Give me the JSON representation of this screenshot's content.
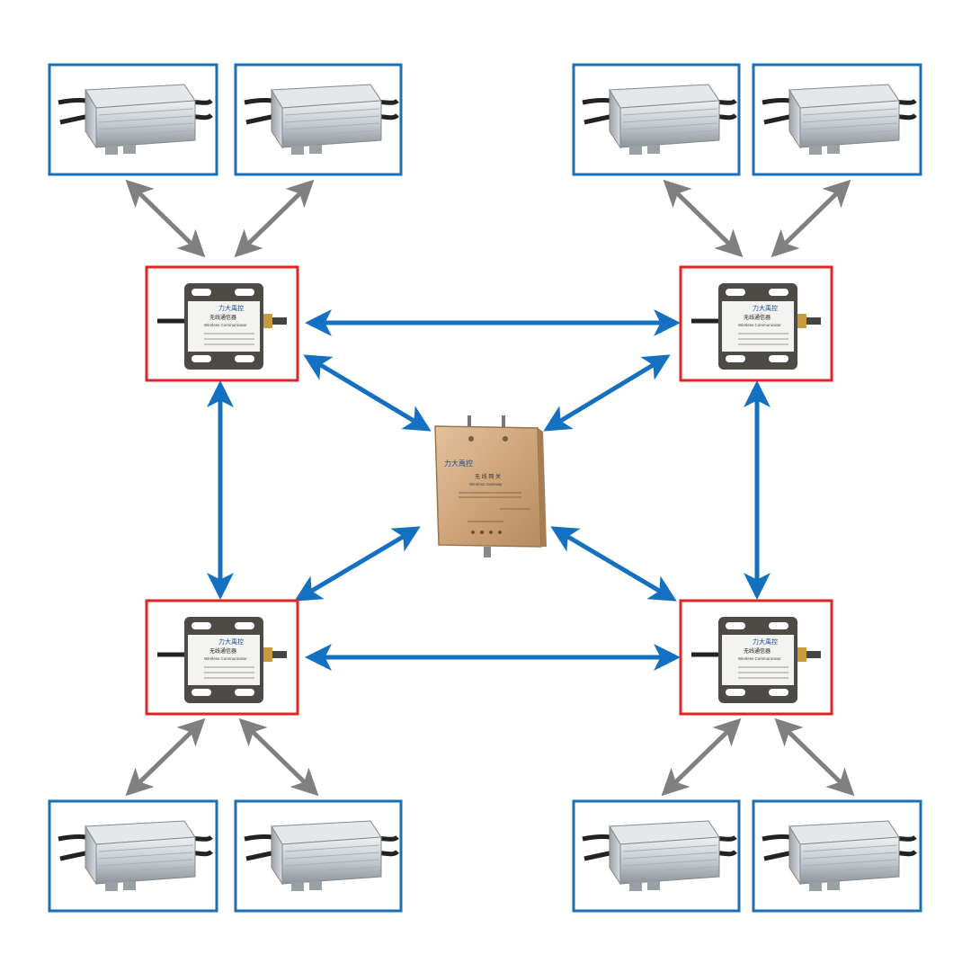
{
  "colors": {
    "driver_border": "#1a6fb5",
    "comm_border": "#e02424",
    "link_blue": "#1470c0",
    "link_gray": "#808080",
    "gateway_body": "#c9a47c"
  },
  "comm_unit": {
    "brand": "力大禹控",
    "name_cn": "无线通信器",
    "name_en": "Wireless Communicator"
  },
  "gateway": {
    "brand": "力大禹控",
    "name_cn": "无 线 网 关",
    "name_en": "Wireless Gateway"
  },
  "icons": {
    "driver": "led-driver-icon",
    "comm": "wireless-communicator-icon",
    "gateway": "wireless-gateway-icon",
    "antenna": "antenna-icon"
  }
}
